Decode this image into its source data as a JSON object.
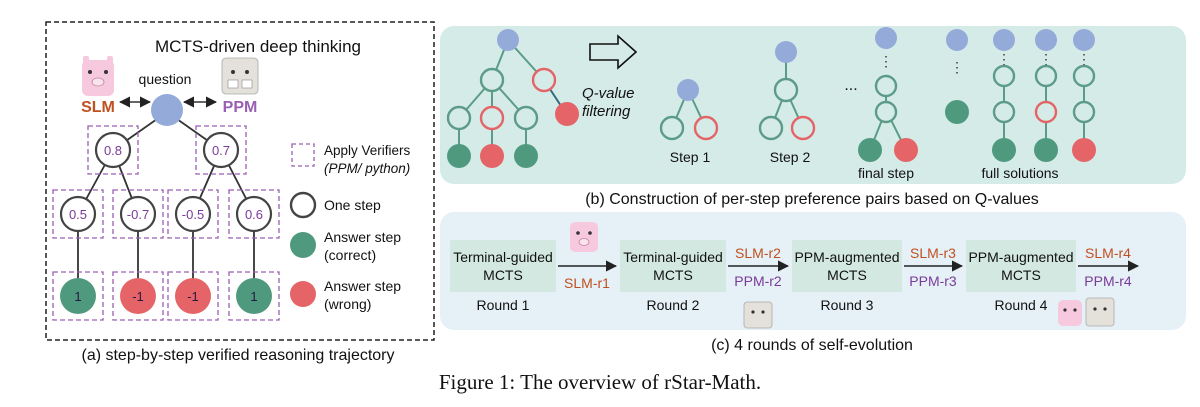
{
  "panel_a": {
    "title": "MCTS-driven deep thinking",
    "question": "question",
    "slm": "SLM",
    "ppm": "PPM",
    "level1": [
      "0.8",
      "0.7"
    ],
    "level2": [
      "0.5",
      "-0.7",
      "-0.5",
      "0.6"
    ],
    "level3": [
      "1",
      "-1",
      "-1",
      "1"
    ],
    "legend": {
      "verifiers_line1": "Apply Verifiers",
      "verifiers_line2": "(PPM/ python)",
      "one_step": "One step",
      "answer_correct_1": "Answer step",
      "answer_correct_2": "(correct)",
      "answer_wrong_1": "Answer step",
      "answer_wrong_2": "(wrong)"
    },
    "caption": "(a) step-by-step verified reasoning trajectory"
  },
  "panel_b": {
    "qvalue_1": "Q-value",
    "qvalue_2": "filtering",
    "step1": "Step 1",
    "step2": "Step 2",
    "ellipsis": "...",
    "final_step": "final step",
    "full_solutions": "full solutions",
    "caption": "(b) Construction of per-step preference pairs based on Q-values"
  },
  "panel_c": {
    "rounds": [
      {
        "line1": "Terminal-guided",
        "line2": "MCTS",
        "label": "Round 1"
      },
      {
        "line1": "Terminal-guided",
        "line2": "MCTS",
        "label": "Round 2"
      },
      {
        "line1": "PPM-augmented",
        "line2": "MCTS",
        "label": "Round 3"
      },
      {
        "line1": "PPM-augmented",
        "line2": "MCTS",
        "label": "Round 4"
      }
    ],
    "slm_r1": "SLM-r1",
    "slm_r2": "SLM-r2",
    "ppm_r2": "PPM-r2",
    "slm_r3": "SLM-r3",
    "ppm_r3": "PPM-r3",
    "slm_r4": "SLM-r4",
    "ppm_r4": "PPM-r4",
    "caption": "(c) 4 rounds of self-evolution"
  },
  "figure_caption": "Figure 1: The overview of rStar-Math.",
  "colors": {
    "node_blue": "#94aad8",
    "teal": "#5c9c86",
    "teal_fill": "#4f9a7f",
    "red": "#e46467",
    "purple": "#9a5fb4",
    "slm_orange": "#c0501f",
    "panel_bg": "#d5ebe8",
    "panel_c_bg": "#e6f1f7",
    "round_box": "#d2e8e0"
  }
}
